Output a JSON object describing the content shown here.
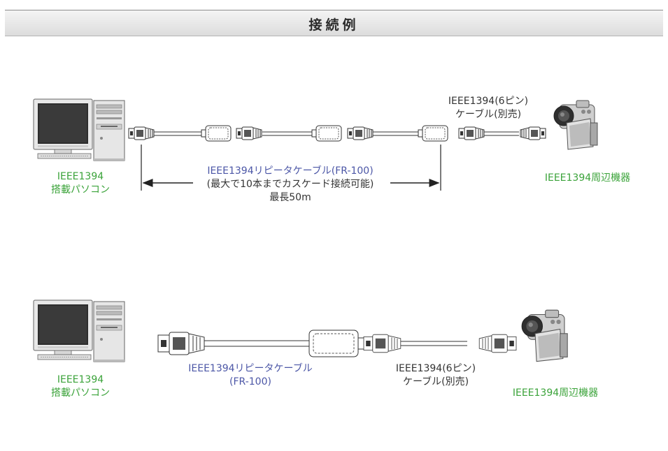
{
  "header": {
    "title": "接続例"
  },
  "diagram1": {
    "pc_label_line1": "IEEE1394",
    "pc_label_line2": "搭載パソコン",
    "cable_label_line1": "IEEE1394(6ピン)",
    "cable_label_line2": "ケーブル(別売)",
    "repeater_label_line1": "IEEE1394リピータケーブル(FR-100)",
    "repeater_label_line2": "(最大で10本までカスケード接続可能)",
    "repeater_label_line3": "最長50m",
    "device_label": "IEEE1394周辺機器"
  },
  "diagram2": {
    "pc_label_line1": "IEEE1394",
    "pc_label_line2": "搭載パソコン",
    "repeater_label_line1": "IEEE1394リピータケーブル",
    "repeater_label_line2": "(FR-100)",
    "cable_label_line1": "IEEE1394(6ピン)",
    "cable_label_line2": "ケーブル(別売)",
    "device_label": "IEEE1394周辺機器"
  },
  "colors": {
    "green_label": "#3ba33a",
    "blue_label": "#4b56a6",
    "dark_label": "#333333"
  },
  "icons": [
    "computer-icon",
    "camcorder-icon",
    "plug-icon",
    "coupler-icon",
    "arrow-icon"
  ]
}
